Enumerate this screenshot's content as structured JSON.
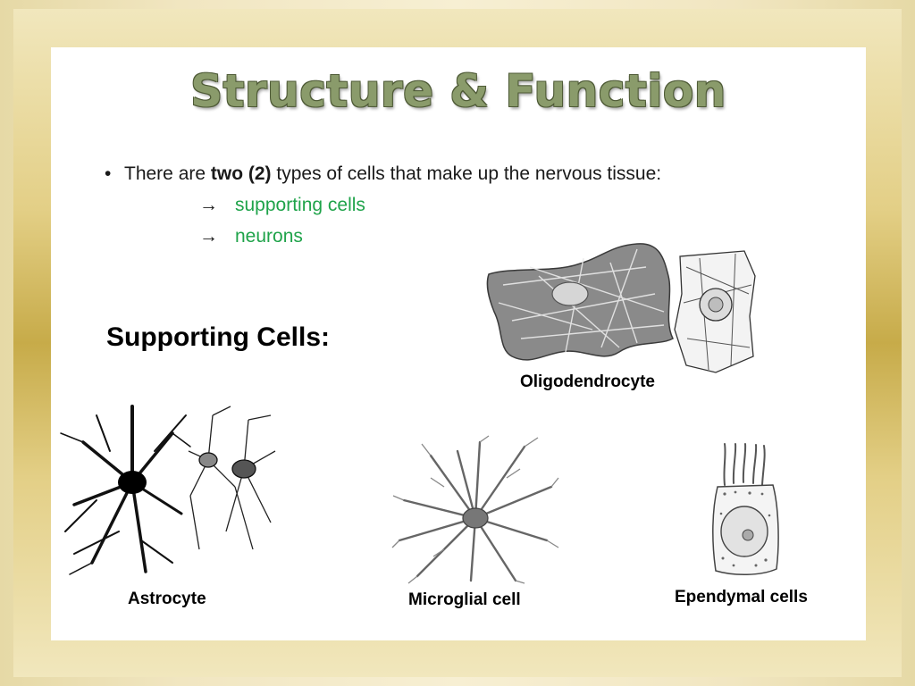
{
  "slide": {
    "title": "Structure & Function",
    "bullet": {
      "marker": "•",
      "text_before": "There are ",
      "bold": "two (2)",
      "text_after": " types of cells that make up the nervous tissue:"
    },
    "sub_items": [
      {
        "arrow": "→",
        "label": "supporting cells"
      },
      {
        "arrow": "→",
        "label": "neurons"
      }
    ],
    "heading": "Supporting Cells:",
    "captions": {
      "oligodendrocyte": "Oligodendrocyte",
      "astrocyte": "Astrocyte",
      "microglial": "Microglial cell",
      "ependymal": "Ependymal cells"
    }
  },
  "colors": {
    "title": "#8a9b6b",
    "title_outline": "#4e5a36",
    "accent_green": "#1fa34a",
    "border_gold": "#c7ab49"
  }
}
